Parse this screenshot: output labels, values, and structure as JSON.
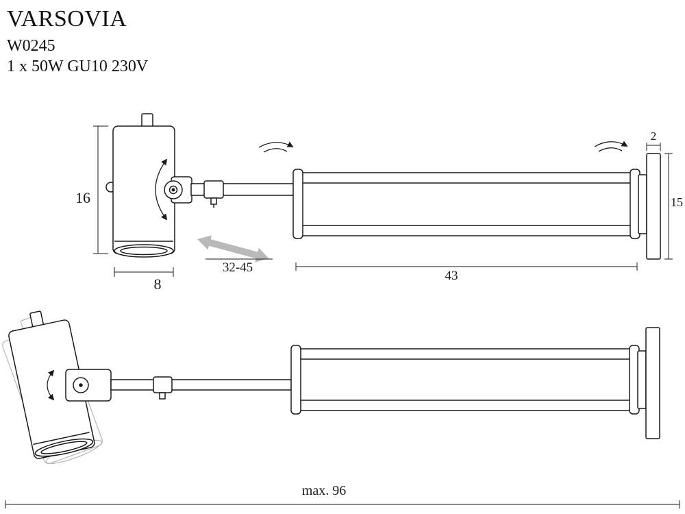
{
  "product": {
    "title": "VARSOVIA",
    "code": "W0245",
    "spec": "1 x 50W GU10 230V"
  },
  "dimensions": {
    "head_height": "16",
    "head_diameter": "8",
    "arm_extension_range": "32-45",
    "rail_length": "43",
    "plate_thickness": "2",
    "plate_height": "15",
    "max_total_reach": "max. 96"
  },
  "colors": {
    "ink": "#1a1a1a",
    "ghost_outline": "#b5b5b5",
    "extension_arrow_gray": "#b9b9b9"
  }
}
